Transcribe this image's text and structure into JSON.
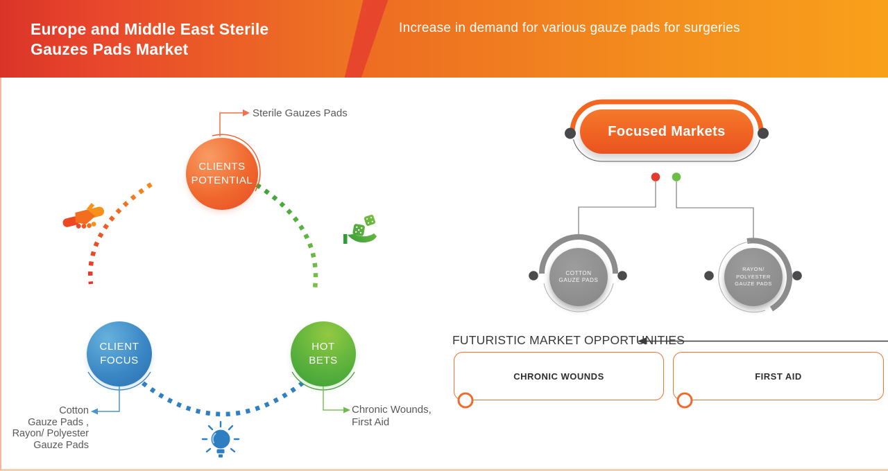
{
  "header": {
    "title_line1": "Europe and Middle East Sterile",
    "title_line2": "Gauzes Pads Market",
    "subtitle": "Increase in demand for various gauze pads for surgeries"
  },
  "cycle": {
    "top_callout": "Sterile Gauzes Pads",
    "nodes": {
      "clients_potential": {
        "line1": "CLIENTS",
        "line2": "POTENTIAL"
      },
      "client_focus": {
        "line1": "CLIENT",
        "line2": "FOCUS"
      },
      "hot_bets": {
        "line1": "HOT",
        "line2": "BETS"
      }
    },
    "focus_callout": {
      "line1": "Cotton",
      "line2": "Gauze Pads ,",
      "line3": "Rayon/ Polyester",
      "line4": "Gauze Pads"
    },
    "bets_callout": {
      "line1": "Chronic Wounds,",
      "line2": "First Aid"
    }
  },
  "focused_markets": {
    "title": "Focused Markets",
    "left_child": {
      "line1": "COTTON",
      "line2": "GAUZE PADS"
    },
    "right_child": {
      "line1": "RAYON/ POLYESTER",
      "line2": "GAUZE PADS"
    }
  },
  "opportunities": {
    "heading": "FUTURISTIC MARKET OPPORTUNITIES",
    "box1": "CHRONIC WOUNDS",
    "box2": "FIRST AID"
  },
  "icons": {
    "handshake": "handshake-icon",
    "dice_hand": "dice-hand-icon",
    "lightbulb": "lightbulb-icon"
  },
  "colors": {
    "accent_orange": "#f2661f",
    "accent_red": "#e23a2c",
    "accent_blue": "#2e7fc2",
    "accent_green": "#4aa83c",
    "gray_node": "#8f8f8f",
    "label_text": "#58585a"
  }
}
